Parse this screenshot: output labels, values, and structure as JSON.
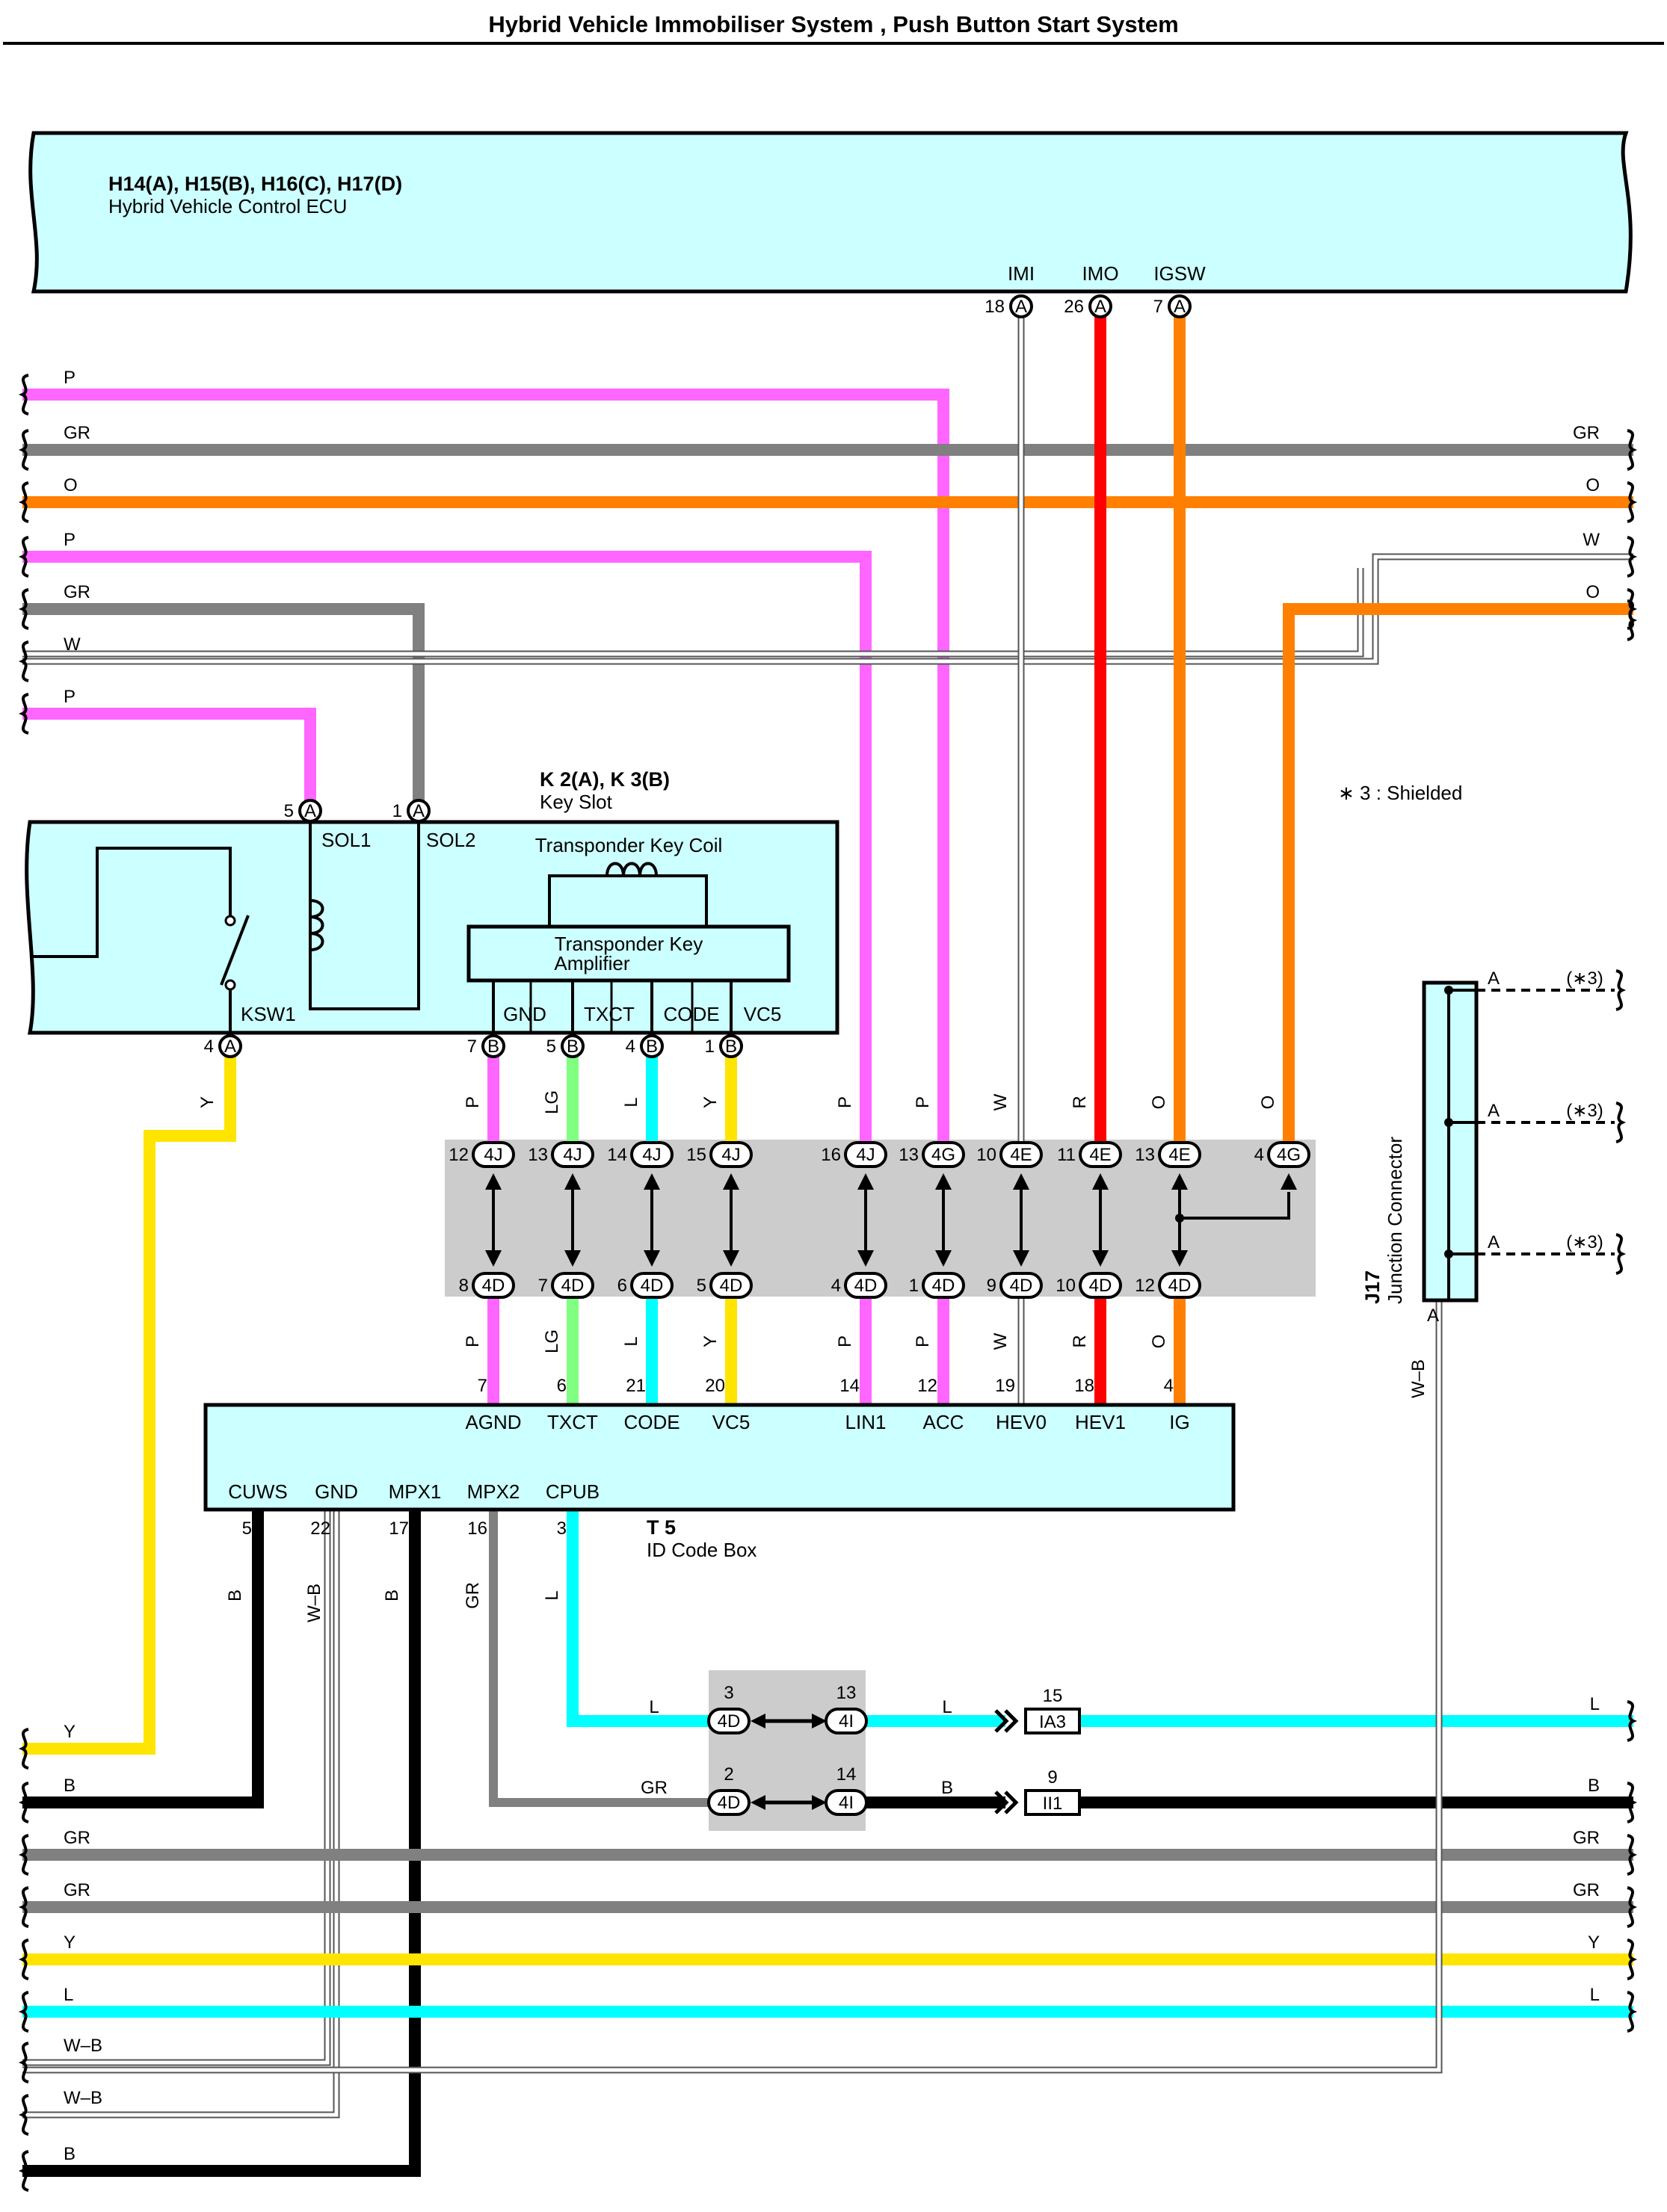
{
  "title": "Hybrid Vehicle Immobiliser System , Push Button Start System",
  "colors": {
    "P": "#ff66ff",
    "GR": "#808080",
    "O": "#ff8000",
    "W": "#ffffff",
    "Y": "#ffe400",
    "B": "#000000",
    "L": "#00ffff",
    "LG": "#80ff80",
    "R": "#ff0000",
    "W-B": "#ffffff",
    "component_fill": "#ccffff",
    "splice_fill": "#cccccc"
  },
  "ecu": {
    "code": "H14(A), H15(B), H16(C), H17(D)",
    "name": "Hybrid Vehicle Control ECU",
    "pins": [
      {
        "label": "IMI",
        "pin": "18",
        "conn": "A"
      },
      {
        "label": "IMO",
        "pin": "26",
        "conn": "A"
      },
      {
        "label": "IGSW",
        "pin": "7",
        "conn": "A"
      }
    ]
  },
  "keyslot": {
    "code": "K 2(A), K 3(B)",
    "name": "Key Slot",
    "coil_label": "Transponder Key Coil",
    "amp_line1": "Transponder Key",
    "amp_line2": "Amplifier",
    "terms": [
      "SOL1",
      "SOL2",
      "KSW1",
      "GND",
      "TXCT",
      "CODE",
      "VC5"
    ],
    "pins_top": [
      {
        "pin": "5",
        "conn": "A"
      },
      {
        "pin": "1",
        "conn": "A"
      }
    ],
    "pins_bottom": [
      {
        "pin": "4",
        "conn": "A"
      },
      {
        "pin": "7",
        "conn": "B"
      },
      {
        "pin": "5",
        "conn": "B"
      },
      {
        "pin": "4",
        "conn": "B"
      },
      {
        "pin": "1",
        "conn": "B"
      }
    ]
  },
  "idbox": {
    "code": "T 5",
    "name": "ID Code Box",
    "terms_top": [
      "AGND",
      "TXCT",
      "CODE",
      "VC5",
      "LIN1",
      "ACC",
      "HEV0",
      "HEV1",
      "IG"
    ],
    "pins_top": [
      "7",
      "6",
      "21",
      "20",
      "14",
      "12",
      "19",
      "18",
      "4"
    ],
    "terms_bottom": [
      "CUWS",
      "GND",
      "MPX1",
      "MPX2",
      "CPUB"
    ],
    "pins_bottom": [
      "5",
      "22",
      "17",
      "16",
      "3"
    ]
  },
  "junction": {
    "code": "J17",
    "name": "Junction Connector",
    "pin_label": "A",
    "shield_label": "(∗3)",
    "note": "∗ 3 : Shielded"
  },
  "splice_top": {
    "upper": [
      {
        "pin": "12",
        "conn": "4J"
      },
      {
        "pin": "13",
        "conn": "4J"
      },
      {
        "pin": "14",
        "conn": "4J"
      },
      {
        "pin": "15",
        "conn": "4J"
      },
      {
        "pin": "16",
        "conn": "4J"
      },
      {
        "pin": "13",
        "conn": "4G"
      },
      {
        "pin": "10",
        "conn": "4E"
      },
      {
        "pin": "11",
        "conn": "4E"
      },
      {
        "pin": "13",
        "conn": "4E"
      },
      {
        "pin": "4",
        "conn": "4G"
      }
    ],
    "lower": [
      {
        "pin": "8",
        "conn": "4D"
      },
      {
        "pin": "7",
        "conn": "4D"
      },
      {
        "pin": "6",
        "conn": "4D"
      },
      {
        "pin": "5",
        "conn": "4D"
      },
      {
        "pin": "4",
        "conn": "4D"
      },
      {
        "pin": "1",
        "conn": "4D"
      },
      {
        "pin": "9",
        "conn": "4D"
      },
      {
        "pin": "10",
        "conn": "4D"
      },
      {
        "pin": "12",
        "conn": "4D"
      }
    ]
  },
  "splice_bottom": [
    {
      "left_pin": "3",
      "left_conn": "4D",
      "right_pin": "13",
      "right_conn": "4I",
      "label": "IA3",
      "label_pin": "15"
    },
    {
      "left_pin": "2",
      "left_conn": "4D",
      "right_pin": "14",
      "right_conn": "4I",
      "label": "II1",
      "label_pin": "9"
    }
  ],
  "wire_codes": {
    "left_top": [
      "P",
      "GR",
      "O",
      "P",
      "GR",
      "W",
      "P"
    ],
    "right_top": [
      "GR",
      "O",
      "W",
      "O"
    ],
    "left_bottom": [
      "Y",
      "B",
      "GR",
      "GR",
      "Y",
      "L",
      "W–B",
      "W–B",
      "B"
    ],
    "right_bottom": [
      "L",
      "B",
      "GR",
      "GR",
      "Y",
      "L"
    ],
    "keyslot_drops": [
      "Y",
      "P",
      "LG",
      "L",
      "Y"
    ],
    "mid_drops": [
      "P",
      "P",
      "W",
      "R",
      "O",
      "O"
    ],
    "lower_drops": [
      "P",
      "LG",
      "L",
      "Y",
      "P",
      "P",
      "W",
      "R",
      "O"
    ],
    "idbox_drops": [
      "B",
      "W–B",
      "B",
      "GR",
      "L"
    ],
    "splice_bottom_codes": [
      "L",
      "L",
      "GR",
      "B"
    ],
    "junction_drop": "W–B"
  }
}
